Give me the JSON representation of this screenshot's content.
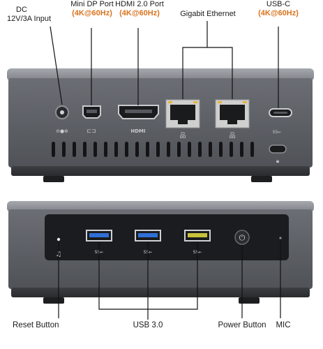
{
  "top_labels": {
    "dc_title": "DC",
    "dc_sub": "12V/3A  Input",
    "minidp_title": "Mini DP Port",
    "minidp_res": "(4K@60Hz)",
    "hdmi_title": "HDMI 2.0 Port",
    "hdmi_res": "(4K@60Hz)",
    "ethernet": "Gigabit Ethernet",
    "usbc_title": "USB-C",
    "usbc_res": "(4K@60Hz)"
  },
  "bottom_labels": {
    "reset": "Reset Button",
    "usb3": "USB 3.0",
    "power": "Power Button",
    "mic": "MIC"
  },
  "port_marks": {
    "hdmi": "HDMI",
    "ss": "SS"
  },
  "colors": {
    "accent": "#d9731f",
    "case": "#5f6268",
    "panel": "#1b1c1f",
    "usb_blue": "#2f6fd6",
    "usb_yellow": "#c8c23a",
    "ethernet_port": "#c9c9c9"
  }
}
